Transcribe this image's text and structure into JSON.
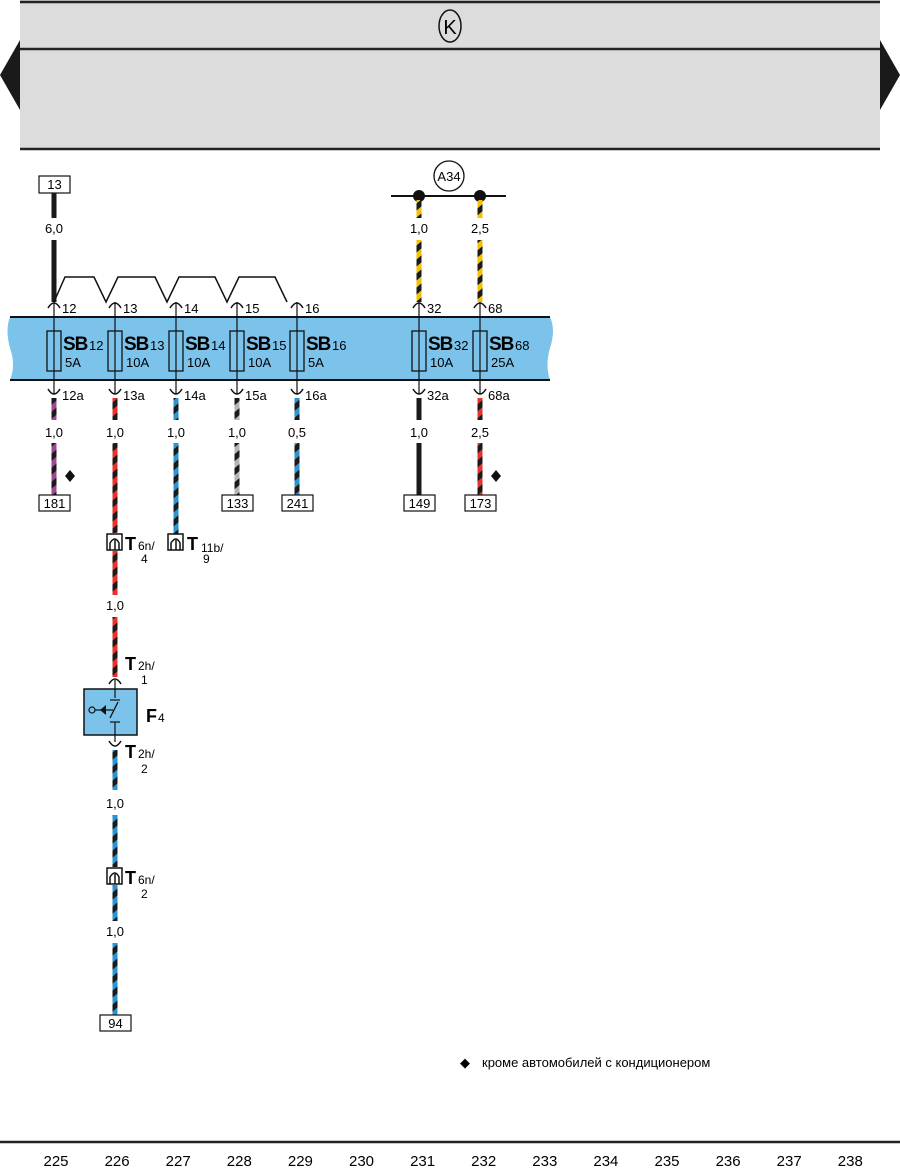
{
  "header": {
    "symbol": "K",
    "band_color": "#dcdcdc"
  },
  "colors": {
    "fuse_band": "#7cc3ec",
    "black": "#1a1a1a",
    "red": "#e8302c",
    "blue": "#2b93d1",
    "violet": "#a0488f",
    "grey": "#b4b4b4",
    "yellow": "#f2c200",
    "component_fill": "#7cc3ec"
  },
  "supply": {
    "terminal_label": "13",
    "wire_size": "6,0",
    "bus_label": "A34",
    "bus_wires": [
      {
        "size": "1,0",
        "stripe": "yellow"
      },
      {
        "size": "2,5",
        "stripe": "yellow"
      }
    ]
  },
  "fuses": [
    {
      "id": "SB",
      "sub": "12",
      "rating": "5A",
      "in_pin": "12",
      "out_pin": "12a",
      "out_size": "1,0",
      "out_stripe": "violet",
      "dest": "181",
      "note": true
    },
    {
      "id": "SB",
      "sub": "13",
      "rating": "10A",
      "in_pin": "13",
      "out_pin": "13a",
      "out_size": "1,0",
      "out_stripe": "red",
      "dest": "",
      "note": false
    },
    {
      "id": "SB",
      "sub": "14",
      "rating": "10A",
      "in_pin": "14",
      "out_pin": "14a",
      "out_size": "1,0",
      "out_stripe": "blue",
      "dest": "",
      "note": false
    },
    {
      "id": "SB",
      "sub": "15",
      "rating": "10A",
      "in_pin": "15",
      "out_pin": "15a",
      "out_size": "1,0",
      "out_stripe": "grey",
      "dest": "133",
      "note": false
    },
    {
      "id": "SB",
      "sub": "16",
      "rating": "5A",
      "in_pin": "16",
      "out_pin": "16a",
      "out_size": "0,5",
      "out_stripe": "blue",
      "dest": "241",
      "note": false
    },
    {
      "id": "SB",
      "sub": "32",
      "rating": "10A",
      "in_pin": "32",
      "out_pin": "32a",
      "out_size": "1,0",
      "out_stripe": "none",
      "dest": "149",
      "note": false
    },
    {
      "id": "SB",
      "sub": "68",
      "rating": "25A",
      "in_pin": "68",
      "out_pin": "68a",
      "out_size": "2,5",
      "out_stripe": "red",
      "dest": "173",
      "note": true
    }
  ],
  "connectors": {
    "t6n_4": {
      "main": "T",
      "sub": "6n/",
      "pin": "4"
    },
    "t11b_9": {
      "main": "T",
      "sub": "11b/",
      "pin": "9"
    },
    "t2h_1": {
      "main": "T",
      "sub": "2h/",
      "pin": "1"
    },
    "t2h_2": {
      "main": "T",
      "sub": "2h/",
      "pin": "2"
    },
    "t6n_2": {
      "main": "T",
      "sub": "6n/",
      "pin": "2"
    }
  },
  "chain": {
    "size_1": "1,0",
    "size_2": "1,0",
    "size_3": "1,0",
    "dest": "94"
  },
  "component": {
    "main": "F",
    "sub": "4"
  },
  "legend": {
    "symbol": "◆",
    "text": "кроме автомобилей с кондиционером"
  },
  "footer": {
    "numbers": [
      "225",
      "226",
      "227",
      "228",
      "229",
      "230",
      "231",
      "232",
      "233",
      "234",
      "235",
      "236",
      "237",
      "238"
    ]
  }
}
